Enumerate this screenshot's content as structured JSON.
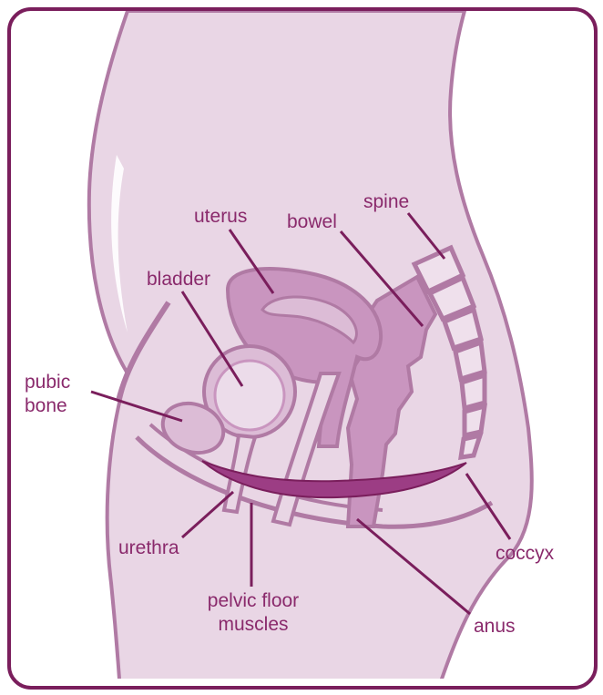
{
  "labels": {
    "uterus": "uterus",
    "bowel": "bowel",
    "spine": "spine",
    "bladder": "bladder",
    "pubic_bone_line1": "pubic",
    "pubic_bone_line2": "bone",
    "urethra": "urethra",
    "pelvic_floor_line1": "pelvic floor",
    "pelvic_floor_line2": "muscles",
    "coccyx": "coccyx",
    "anus": "anus"
  },
  "colors": {
    "frame": "#7a1e5c",
    "body_fill": "#e9d6e5",
    "outline": "#b07aa4",
    "organ": "#c995bf",
    "organ_light": "#dcbcd6",
    "muscle": "#9c3d84",
    "label": "#8a2a6c"
  }
}
